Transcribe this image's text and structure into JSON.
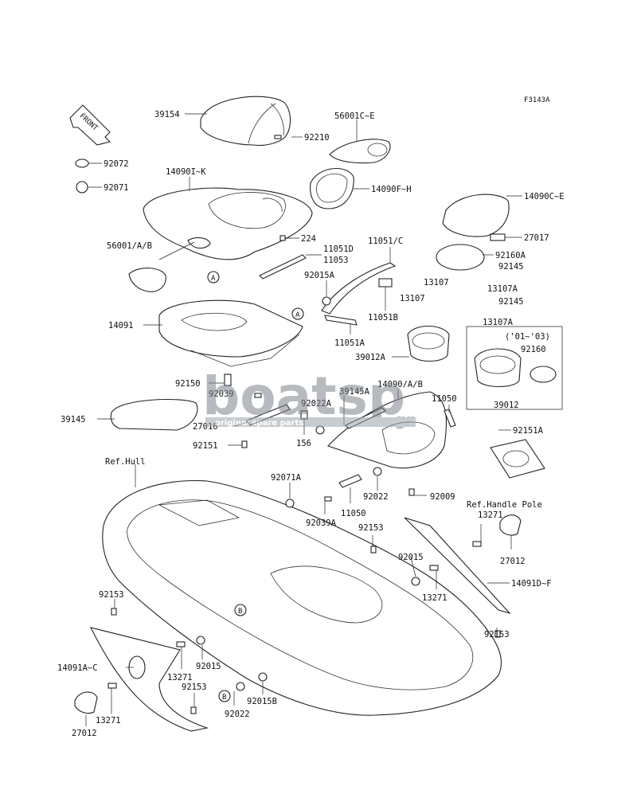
{
  "figure_id": "F3143A",
  "front_label": "FRONT",
  "labels": {
    "l39154": "39154",
    "l92210": "92210",
    "l56001ce": "56001C~E",
    "l92072": "92072",
    "l92071": "92071",
    "l14090ik": "14090I~K",
    "l14090fh": "14090F~H",
    "l14090ce": "14090C~E",
    "l27017": "27017",
    "l224": "224",
    "l56001ab": "56001/A/B",
    "l11051d": "11051D",
    "l11053": "11053",
    "l11051c": "11051/C",
    "l92160a": "92160A",
    "l92145a": "92145",
    "l92145b": "92145",
    "l92015a": "92015A",
    "l13107a1": "13107",
    "l13107a2": "13107",
    "l13107A1": "13107A",
    "l13107A2": "13107A",
    "l14091": "14091",
    "l11051b": "11051B",
    "l11051a": "11051A",
    "l39012a": "39012A",
    "l0103": "('01~'03)",
    "l92160": "92160",
    "l39012": "39012",
    "l92150": "92150",
    "l92039": "92039",
    "l39145a": "39145A",
    "l14090ab": "14090/A/B",
    "l11050a": "11050",
    "l92022a": "92022A",
    "l39145": "39145",
    "l27016": "27016",
    "l156": "156",
    "l92151": "92151",
    "l92151a": "92151A",
    "l refhull": "Ref.Hull",
    "l92071a": "92071A",
    "l92022": "92022",
    "l92009": "92009",
    "l11050b": "11050",
    "l92039a": "92039A",
    "l92153a": "92153",
    "lrefhandle": "Ref.Handle Pole",
    "l13271a": "13271",
    "l27012a": "27012",
    "l92015b1": "92015",
    "l13271b": "13271",
    "l14091df": "14091D~F",
    "l92153b": "92153",
    "l92153c": "92153",
    "l14091ac": "14091A~C",
    "l13271c": "13271",
    "l92015b2": "92015",
    "l92153d": "92153",
    "l92022b": "92022",
    "l92015B": "92015B",
    "l13271d": "13271",
    "l27012b": "27012"
  },
  "markers": {
    "A": "A",
    "B": "B"
  },
  "watermark": {
    "brand": "boatsp",
    "suffix": ".gr",
    "tagline": "original spare parts"
  }
}
